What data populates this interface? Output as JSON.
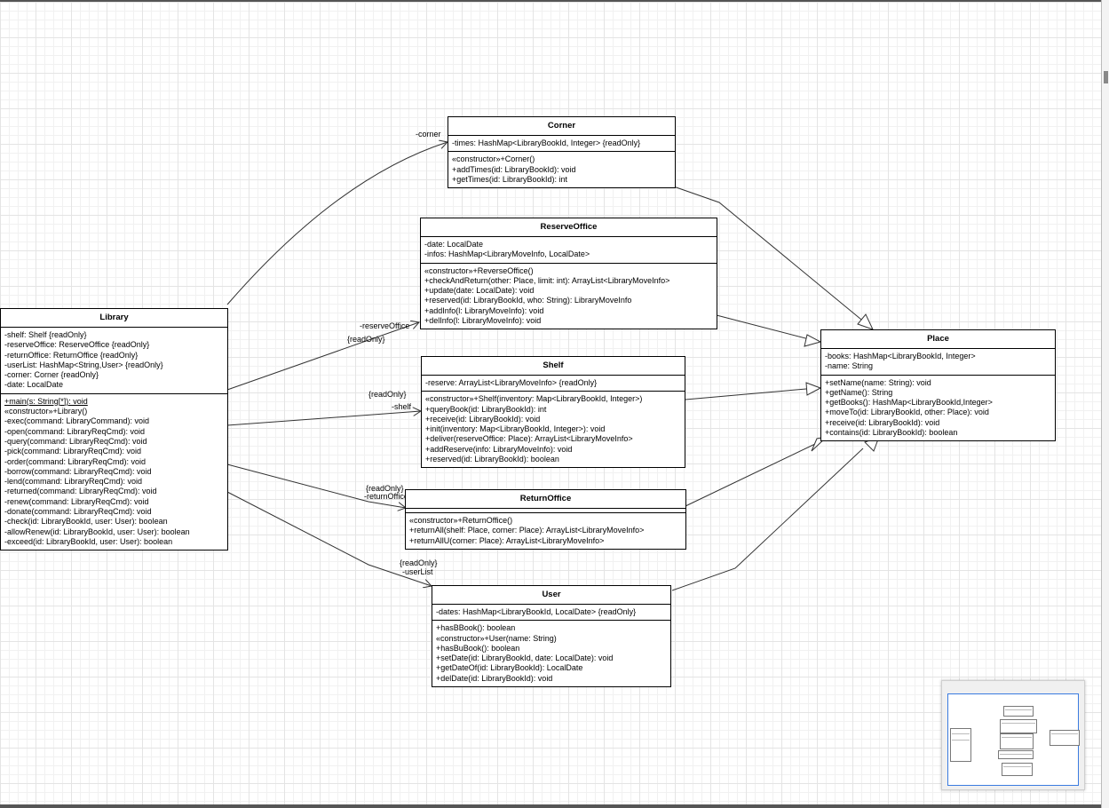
{
  "classes": {
    "corner": {
      "name": "Corner",
      "attributes": [
        "-times: HashMap<LibraryBookId, Integer> {readOnly}"
      ],
      "methods": [
        "«constructor»+Corner()",
        "+addTimes(id: LibraryBookId): void",
        "+getTimes(id: LibraryBookId): int"
      ]
    },
    "reserveOffice": {
      "name": "ReserveOffice",
      "attributes": [
        "-date: LocalDate",
        "-infos: HashMap<LibraryMoveInfo, LocalDate>"
      ],
      "methods": [
        "«constructor»+ReverseOffice()",
        "+checkAndReturn(other: Place, limit: int): ArrayList<LibraryMoveInfo>",
        "+update(date: LocalDate): void",
        "+reserved(id: LibraryBookId, who: String): LibraryMoveInfo",
        "+addInfo(l: LibraryMoveInfo): void",
        "+delInfo(l: LibraryMoveInfo): void"
      ]
    },
    "library": {
      "name": "Library",
      "attributes": [
        "-shelf: Shelf {readOnly}",
        "-reserveOffice: ReserveOffice {readOnly}",
        "-returnOffice: ReturnOffice {readOnly}",
        "-userList: HashMap<String,User> {readOnly}",
        "-corner: Corner {readOnly}",
        "-date: LocalDate"
      ],
      "static_method": "+main(s: String[*]): void",
      "methods": [
        "«constructor»+Library()",
        "-exec(command: LibraryCommand): void",
        "-open(command: LibraryReqCmd): void",
        "-query(command: LibraryReqCmd): void",
        "-pick(command: LibraryReqCmd): void",
        "-order(command: LibraryReqCmd): void",
        "-borrow(command: LibraryReqCmd): void",
        "-lend(command: LibraryReqCmd): void",
        "-returned(command: LibraryReqCmd): void",
        "-renew(command: LibraryReqCmd): void",
        "-donate(command: LibraryReqCmd): void",
        "-check(id: LibraryBookId, user: User): boolean",
        "-allowRenew(id: LibraryBookId, user: User): boolean",
        "-exceed(id: LibraryBookId, user: User): boolean"
      ]
    },
    "shelf": {
      "name": "Shelf",
      "attributes": [
        "-reserve: ArrayList<LibraryMoveInfo> {readOnly}"
      ],
      "methods": [
        "«constructor»+Shelf(inventory: Map<LibraryBookId, Integer>)",
        "+queryBook(id: LibraryBookId): int",
        "+receive(id: LibraryBookId): void",
        "+init(inventory: Map<LibraryBookId, Integer>): void",
        "+deliver(reserveOffice: Place): ArrayList<LibraryMoveInfo>",
        "+addReserve(info: LibraryMoveInfo): void",
        "+reserved(id: LibraryBookId): boolean"
      ]
    },
    "place": {
      "name": "Place",
      "attributes": [
        "-books: HashMap<LibraryBookId, Integer>",
        "-name: String"
      ],
      "methods": [
        "+setName(name: String): void",
        "+getName(): String",
        "+getBooks(): HashMap<LibraryBookId,Integer>",
        "+moveTo(id: LibraryBookId, other: Place): void",
        "+receive(id: LibraryBookId): void",
        "+contains(id: LibraryBookId): boolean"
      ]
    },
    "returnOffice": {
      "name": "ReturnOffice",
      "attributes": [],
      "methods": [
        "«constructor»+ReturnOffice()",
        "+returnAll(shelf: Place, corner: Place): ArrayList<LibraryMoveInfo>",
        "+returnAllU(corner: Place): ArrayList<LibraryMoveInfo>"
      ]
    },
    "user": {
      "name": "User",
      "attributes": [
        "-dates: HashMap<LibraryBookId, LocalDate> {readOnly}"
      ],
      "methods": [
        "+hasBBook(): boolean",
        "«constructor»+User(name: String)",
        "+hasBuBook(): boolean",
        "+setDate(id: LibraryBookId, date: LocalDate): void",
        "+getDateOf(id: LibraryBookId): LocalDate",
        "+delDate(id: LibraryBookId): void"
      ]
    }
  },
  "edge_labels": {
    "corner_role": "-corner",
    "reserve_role": "-reserveOffice",
    "reserve_readonly": "{readOnly}",
    "shelf_readonly": "{readOnly}",
    "shelf_role": "-shelf",
    "return_readonly": "{readOnly}",
    "return_role": "-returnOffice",
    "user_readonly": "{readOnly}",
    "user_role": "-userList"
  },
  "colors": {
    "line": "#333333",
    "outline_border": "#3a7be0"
  }
}
